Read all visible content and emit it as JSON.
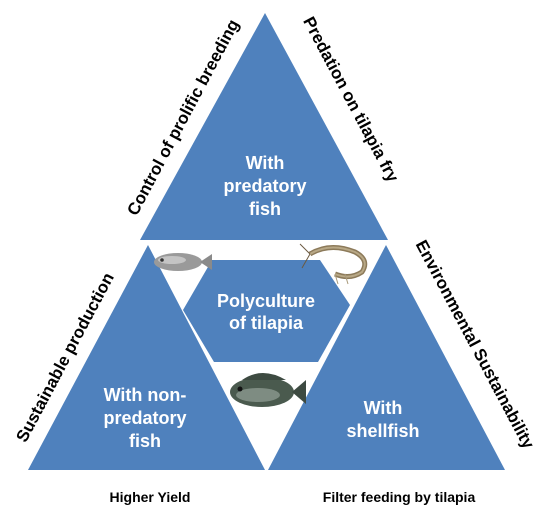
{
  "colors": {
    "shape_fill": "#4f81bd",
    "shape_label": "#ffffff",
    "side_label": "#000000"
  },
  "center": {
    "line1": "Polyculture",
    "line2": "of tilapia"
  },
  "top_triangle": {
    "line1": "With",
    "line2": "predatory",
    "line3": "fish"
  },
  "left_triangle": {
    "line1": "With non-",
    "line2": "predatory",
    "line3": "fish"
  },
  "right_triangle": {
    "line1": "With",
    "line2": "shellfish"
  },
  "side_labels": {
    "top_left": "Control of prolific breeding",
    "top_right": "Predation on tilapia fry",
    "left": "Sustainable production",
    "right": "Environmental  Sustainability",
    "bottom_left": "Higher Yield",
    "bottom_right": "Filter feeding by tilapia"
  },
  "images": {
    "fish_left": "fish-silhouette-icon",
    "shrimp": "shrimp-icon",
    "tilapia": "tilapia-fish-icon"
  }
}
